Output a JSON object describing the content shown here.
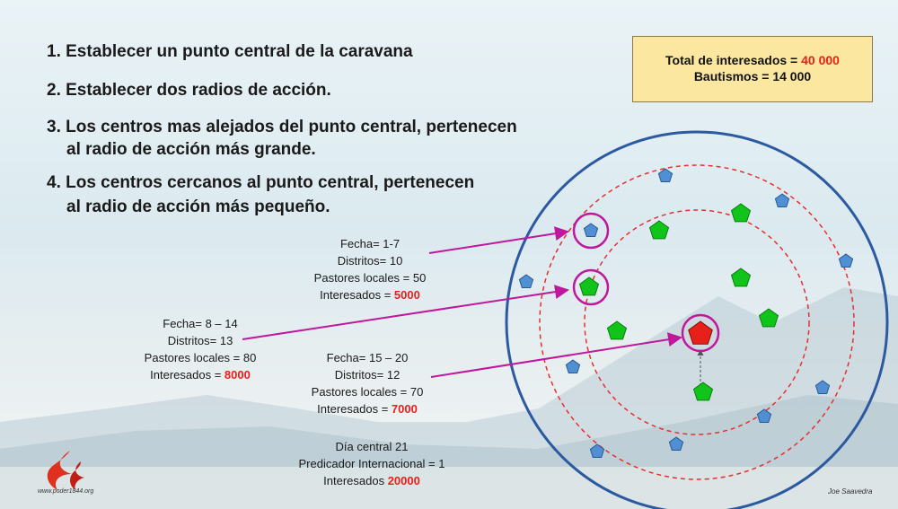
{
  "steps": [
    "1. Establecer un punto central de la caravana",
    "2. Establecer dos radios de acción.",
    "3. Los centros mas alejados del punto central, pertenecen",
    "al radio de acción más grande.",
    "4. Los centros cercanos al punto central, pertenecen",
    "al radio de acción más pequeño."
  ],
  "totals": {
    "interesados_label": "Total de interesados = ",
    "interesados_value": "40 000",
    "bautismos": "Bautismos = 14 000"
  },
  "phase1": {
    "fecha": "Fecha= 1-7",
    "distritos": "Distritos= 10",
    "pastores": "Pastores locales = 50",
    "interesados_label": "Interesados = ",
    "interesados_value": "5000"
  },
  "phase2": {
    "fecha": "Fecha= 8 – 14",
    "distritos": "Distritos= 13",
    "pastores": "Pastores locales = 80",
    "interesados_label": "Interesados = ",
    "interesados_value": "8000"
  },
  "phase3": {
    "fecha": "Fecha= 15 – 20",
    "distritos": "Distritos= 12",
    "pastores": "Pastores locales = 70",
    "interesados_label": "Interesados = ",
    "interesados_value": "7000"
  },
  "central": {
    "dia": "Día central 21",
    "predicador": "Predicador Internacional = 1",
    "interesados_label": "Interesados ",
    "interesados_value": "20000"
  },
  "footer": {
    "url": "www.poder1844.org",
    "signature": "Joe Saavedra"
  },
  "colors": {
    "accent_red": "#e8201a",
    "ring_blue": "#2c5aa0",
    "highlight_magenta": "#c0189c",
    "green_center": "#11c41a",
    "blue_center": "#4f8fd2",
    "totals_bg": "#fbe7a0"
  }
}
